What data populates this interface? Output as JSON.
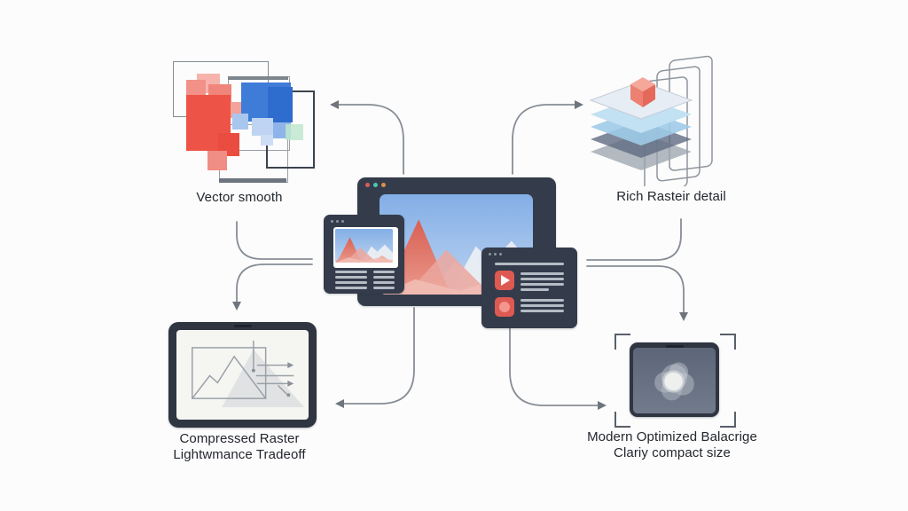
{
  "diagram": {
    "title_none_shown": "",
    "top_left": {
      "label": "Vector smooth"
    },
    "top_right": {
      "label": "Rich Rasteir detail"
    },
    "bottom_left": {
      "label_line1": "Compressed Raster",
      "label_line2": "Lightwmance Tradeoff"
    },
    "bottom_right": {
      "label_line1": "Modern Optimized Balacrige",
      "label_line2": "Clariy compact size"
    },
    "colors": {
      "window_dark": "#343c4b",
      "accent_red": "#ee5347",
      "accent_blue": "#3e7cd8",
      "tile_red": "#dd5a52",
      "arrow_gray": "#878d95",
      "tablet_dark": "#2f3641",
      "sky_blue": "#83aee6"
    },
    "icons": [
      "window-dot-red-icon",
      "window-dot-teal-icon",
      "window-dot-orange-icon",
      "play-icon",
      "record-icon",
      "layer-stack-icon",
      "cube-icon",
      "mountain-chart-icon",
      "blur-blob-icon",
      "crop-bracket-icon"
    ]
  }
}
